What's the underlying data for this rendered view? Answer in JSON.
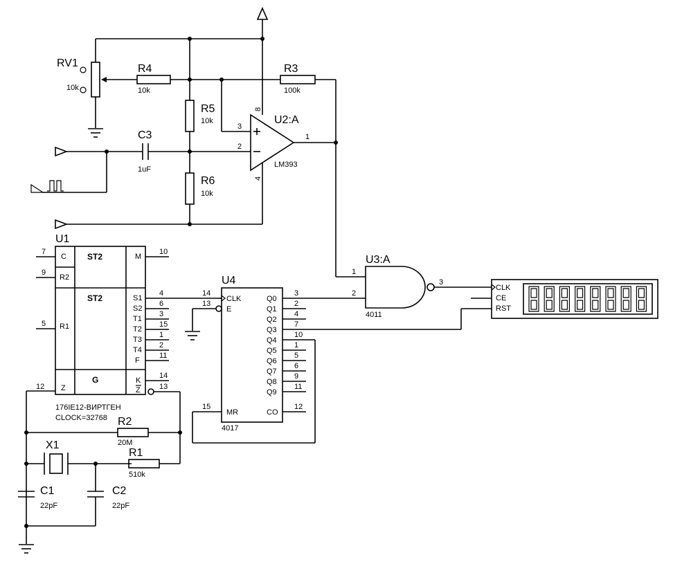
{
  "labels": {
    "rv1": "RV1",
    "rv1_value": "10k",
    "r4": "R4",
    "r4_value": "10k",
    "r3": "R3",
    "r3_value": "100k",
    "r5": "R5",
    "r5_value": "10k",
    "r6": "R6",
    "r6_value": "10k",
    "c3": "C3",
    "c3_value": "1uF",
    "u2": "U2:A",
    "u2_part": "LM393",
    "u2_pin3": "3",
    "u2_pin2": "2",
    "u2_pin1": "1",
    "u2_pin8": "8",
    "u2_pin4": "4",
    "u1": "U1",
    "u1_part": "176IE12-ВИРТГЕН",
    "u1_clock": "CLOCK=32768",
    "u1_st2a": "ST2",
    "u1_st2b": "ST2",
    "u1_g": "G",
    "u1_c": "C",
    "u1_r2": "R2",
    "u1_r1": "R1",
    "u1_z": "Z",
    "u1_m": "M",
    "u1_s1": "S1",
    "u1_s2": "S2",
    "u1_t1": "T1",
    "u1_t2": "T2",
    "u1_t3": "T3",
    "u1_t4": "T4",
    "u1_f": "F",
    "u1_k": "K",
    "u1_zbar": "Z",
    "u1_p7": "7",
    "u1_p9": "9",
    "u1_p5": "5",
    "u1_p12": "12",
    "u1_p10": "10",
    "u1_p4": "4",
    "u1_p6": "6",
    "u1_p3": "3",
    "u1_p15": "15",
    "u1_p1": "1",
    "u1_p2": "2",
    "u1_p11": "11",
    "u1_p14": "14",
    "u1_p13": "13",
    "u4": "U4",
    "u4_part": "4017",
    "u4_clk": "CLK",
    "u4_e": "E",
    "u4_mr": "MR",
    "u4_co": "CO",
    "u4_q0": "Q0",
    "u4_q1": "Q1",
    "u4_q2": "Q2",
    "u4_q3": "Q3",
    "u4_q4": "Q4",
    "u4_q5": "Q5",
    "u4_q6": "Q6",
    "u4_q7": "Q7",
    "u4_q8": "Q8",
    "u4_q9": "Q9",
    "u4_p14": "14",
    "u4_p13": "13",
    "u4_p15": "15",
    "u4_p3": "3",
    "u4_p2": "2",
    "u4_p4": "4",
    "u4_p7": "7",
    "u4_p10": "10",
    "u4_p1": "1",
    "u4_p5": "5",
    "u4_p6": "6",
    "u4_p9": "9",
    "u4_p11": "11",
    "u4_p12": "12",
    "u3": "U3:A",
    "u3_part": "4011",
    "u3_p1": "1",
    "u3_p2": "2",
    "u3_p3": "3",
    "disp_clk": "CLK",
    "disp_ce": "CE",
    "disp_rst": "RST",
    "r2": "R2",
    "r2_value": "20M",
    "r1": "R1",
    "r1_value": "510k",
    "x1": "X1",
    "c1": "C1",
    "c1_value": "22pF",
    "c2": "C2",
    "c2_value": "22pF"
  },
  "display": {
    "digits": 8
  }
}
